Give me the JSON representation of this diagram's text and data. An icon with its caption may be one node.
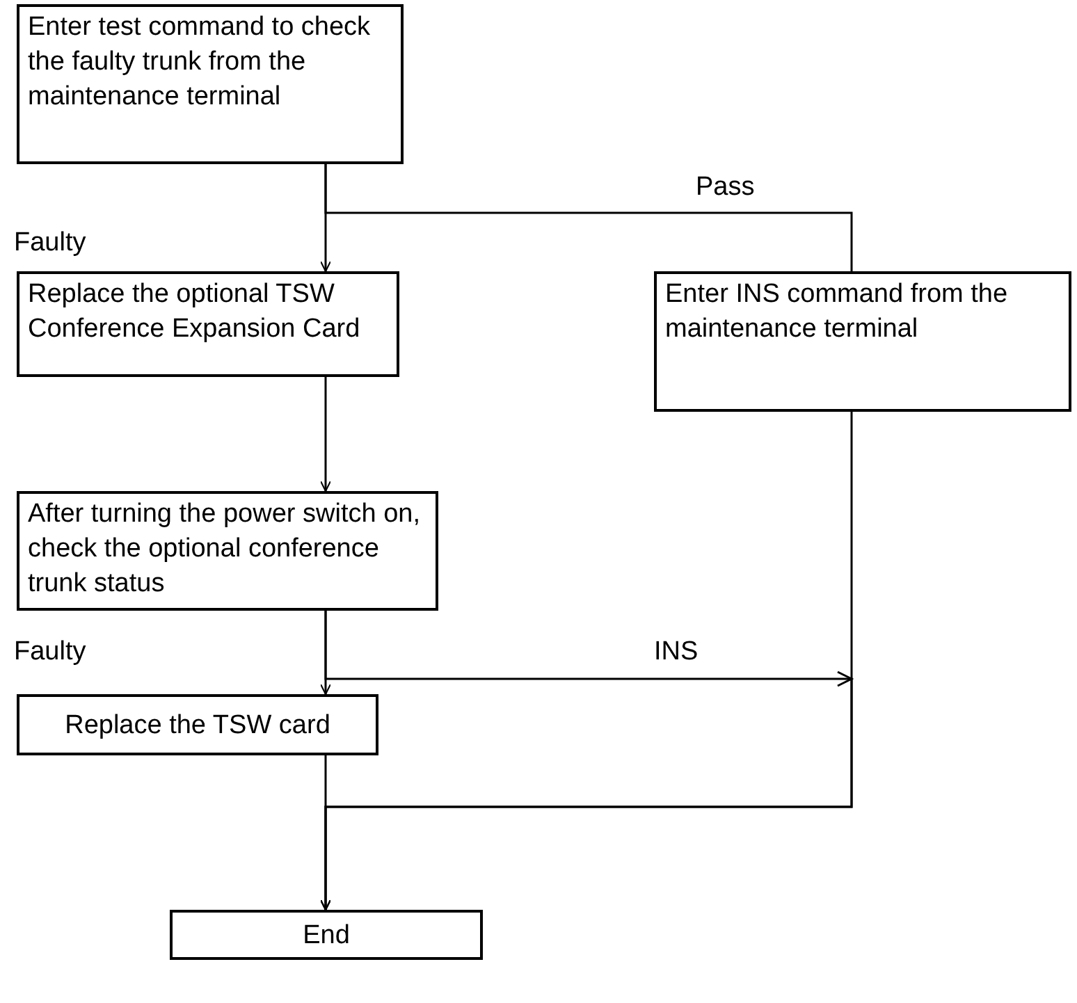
{
  "diagram": {
    "nodes": [
      {
        "text": [
          "Enter test command to check the faulty trunk from the maintenance terminal"
        ]
      },
      {
        "text": [
          "Replace the optional TSW Conference Expansion Card"
        ]
      },
      {
        "text": [
          "Enter INS command from the maintenance terminal"
        ]
      },
      {
        "text": [
          "After turning the power switch on, check the optional conference trunk status"
        ]
      },
      {
        "text": [
          "Replace the TSW card"
        ]
      },
      {
        "text": [
          "End"
        ]
      }
    ],
    "edges": [
      {
        "from": 0,
        "to": 1,
        "arrow": "to"
      },
      {
        "from": 0,
        "to": 2,
        "arrow": "none",
        "label": "Pass"
      },
      {
        "from": 1,
        "to": 3,
        "arrow": "to"
      },
      {
        "from": 3,
        "to": 4,
        "arrow": "to"
      },
      {
        "from": 3,
        "to": 5,
        "arrow": "to",
        "label": "INS"
      },
      {
        "from": 2,
        "to": 5,
        "arrow": "to"
      },
      {
        "from": 4,
        "to": 5,
        "arrow": "to"
      }
    ],
    "labels": [
      "Faulty",
      "Faulty"
    ]
  }
}
